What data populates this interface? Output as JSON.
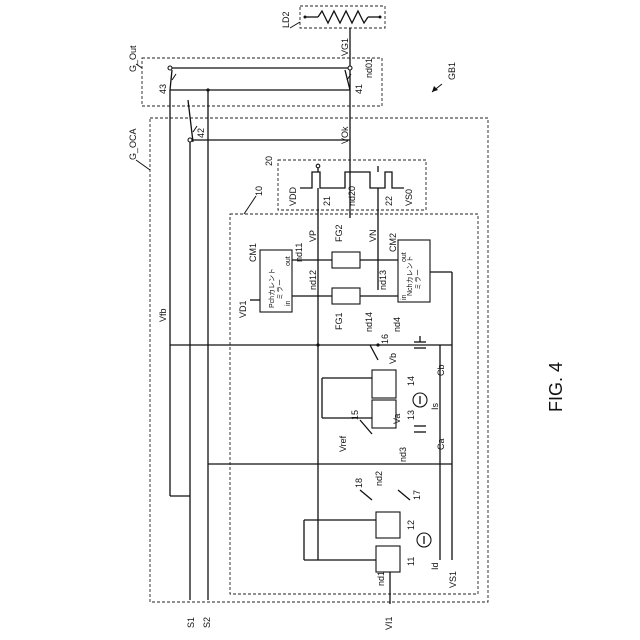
{
  "figure_label": "FIG. 4",
  "blocks": {
    "gb1": "GB1",
    "g_out": "G_Out",
    "g_oca": "G_OCA",
    "block10": "10",
    "block20": "20",
    "ld2": "LD2",
    "cm1": "CM1",
    "cm2": "CM2",
    "fg1": "FG1",
    "fg2": "FG2"
  },
  "signals": {
    "vg1": "VG1",
    "nd01": "nd01",
    "vok": "VOk",
    "vfb": "Vfb",
    "vdd": "VDD",
    "vs0": "VS0",
    "nd20": "nd20",
    "nd11": "nd11",
    "vp": "VP",
    "vn": "VN",
    "nd12": "nd12",
    "nd13": "nd13",
    "nd14": "nd14",
    "nd4": "nd4",
    "nd3": "nd3",
    "nd2": "nd2",
    "nd1": "nd1",
    "vb": "Vb",
    "va": "Va",
    "vref": "Vref",
    "vd1": "VD1",
    "vs1": "VS1",
    "vi1": "VI1",
    "s1": "S1",
    "s2": "S2",
    "is": "Is",
    "id": "Id",
    "cb": "Cb",
    "ca": "Ca"
  },
  "elements": {
    "e43": "43",
    "e41": "41",
    "e42": "42",
    "e21": "21",
    "e22": "22",
    "e16": "16",
    "e14": "14",
    "e13": "13",
    "e15": "15",
    "e18": "18",
    "e17": "17",
    "e12": "12",
    "e11": "11"
  },
  "mirror_text": {
    "p_mirror": "Pchカレント",
    "p_mirror2": "ミラー",
    "n_mirror": "Nchカレント",
    "n_mirror2": "ミラー",
    "in": "in",
    "out": "out"
  }
}
